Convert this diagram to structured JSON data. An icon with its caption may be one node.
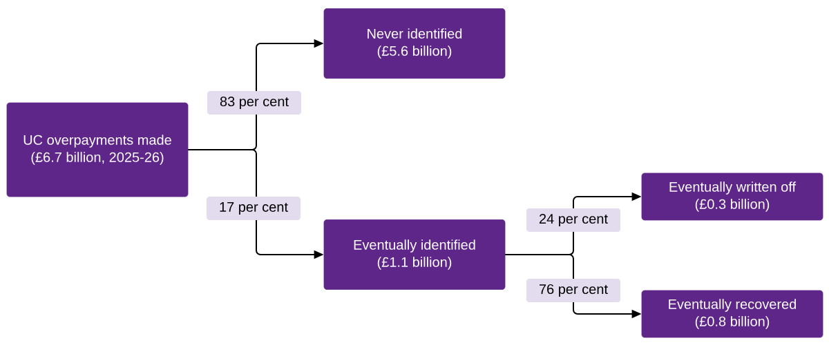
{
  "diagram": {
    "nodes": [
      {
        "text": [
          "UC overpayments made (£6.7 billion, 2025-26)"
        ]
      },
      {
        "text": [
          "Never identified (£5.6 billion)"
        ]
      },
      {
        "text": [
          "Eventually identified (£1.1 billion)"
        ]
      },
      {
        "text": [
          "Eventually written off (£0.3 billion)"
        ]
      },
      {
        "text": [
          "Eventually recovered (£0.8 billion)"
        ]
      }
    ],
    "edges": [
      {
        "from": 0,
        "to": 1,
        "arrow": "to",
        "label": "83 per cent"
      },
      {
        "from": 0,
        "to": 2,
        "arrow": "to",
        "label": "17 per cent"
      },
      {
        "from": 2,
        "to": 3,
        "arrow": "to",
        "label": "24 per cent"
      },
      {
        "from": 2,
        "to": 4,
        "arrow": "to",
        "label": "76 per cent"
      }
    ]
  }
}
